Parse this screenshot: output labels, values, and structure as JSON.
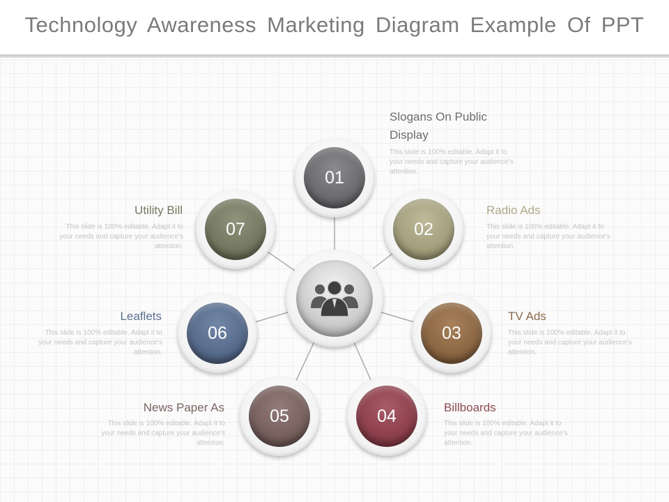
{
  "title": "Technology Awareness Marketing Diagram Example Of PPT",
  "center": {
    "icon": "group-of-people-icon"
  },
  "items": [
    {
      "number": "01",
      "label": "Slogans On Public Display",
      "description": "This slide is 100% editable. Adapt it to your needs and capture your audience's attention.",
      "color": "#6b6b6f",
      "label_color": "#6b6b6b"
    },
    {
      "number": "02",
      "label": "Radio Ads",
      "description": "This slide is 100% editable. Adapt it to your needs and capture your audience's attention.",
      "color": "#a39f7c",
      "label_color": "#b0a98a"
    },
    {
      "number": "03",
      "label": "TV Ads",
      "description": "This slide is 100% editable. Adapt it to your needs and capture your audience's attention.",
      "color": "#8a6642",
      "label_color": "#8a6a4a"
    },
    {
      "number": "04",
      "label": "Billboards",
      "description": "This slide is 100% editable. Adapt it to your needs and capture your audience's attention.",
      "color": "#8c3f4b",
      "label_color": "#8e4a54"
    },
    {
      "number": "05",
      "label": "News Paper As",
      "description": "This slide is 100% editable. Adapt it to your needs and capture your audience's attention.",
      "color": "#765f5c",
      "label_color": "#7a6562"
    },
    {
      "number": "06",
      "label": "Leaflets",
      "description": "This slide is 100% editable. Adapt it to your needs and capture your audience's attention.",
      "color": "#566a8b",
      "label_color": "#5a6e8e"
    },
    {
      "number": "07",
      "label": "Utility Bill",
      "description": "This slide is 100% editable. Adapt it to your needs and capture your audience's attention.",
      "color": "#747760",
      "label_color": "#76795f"
    }
  ]
}
